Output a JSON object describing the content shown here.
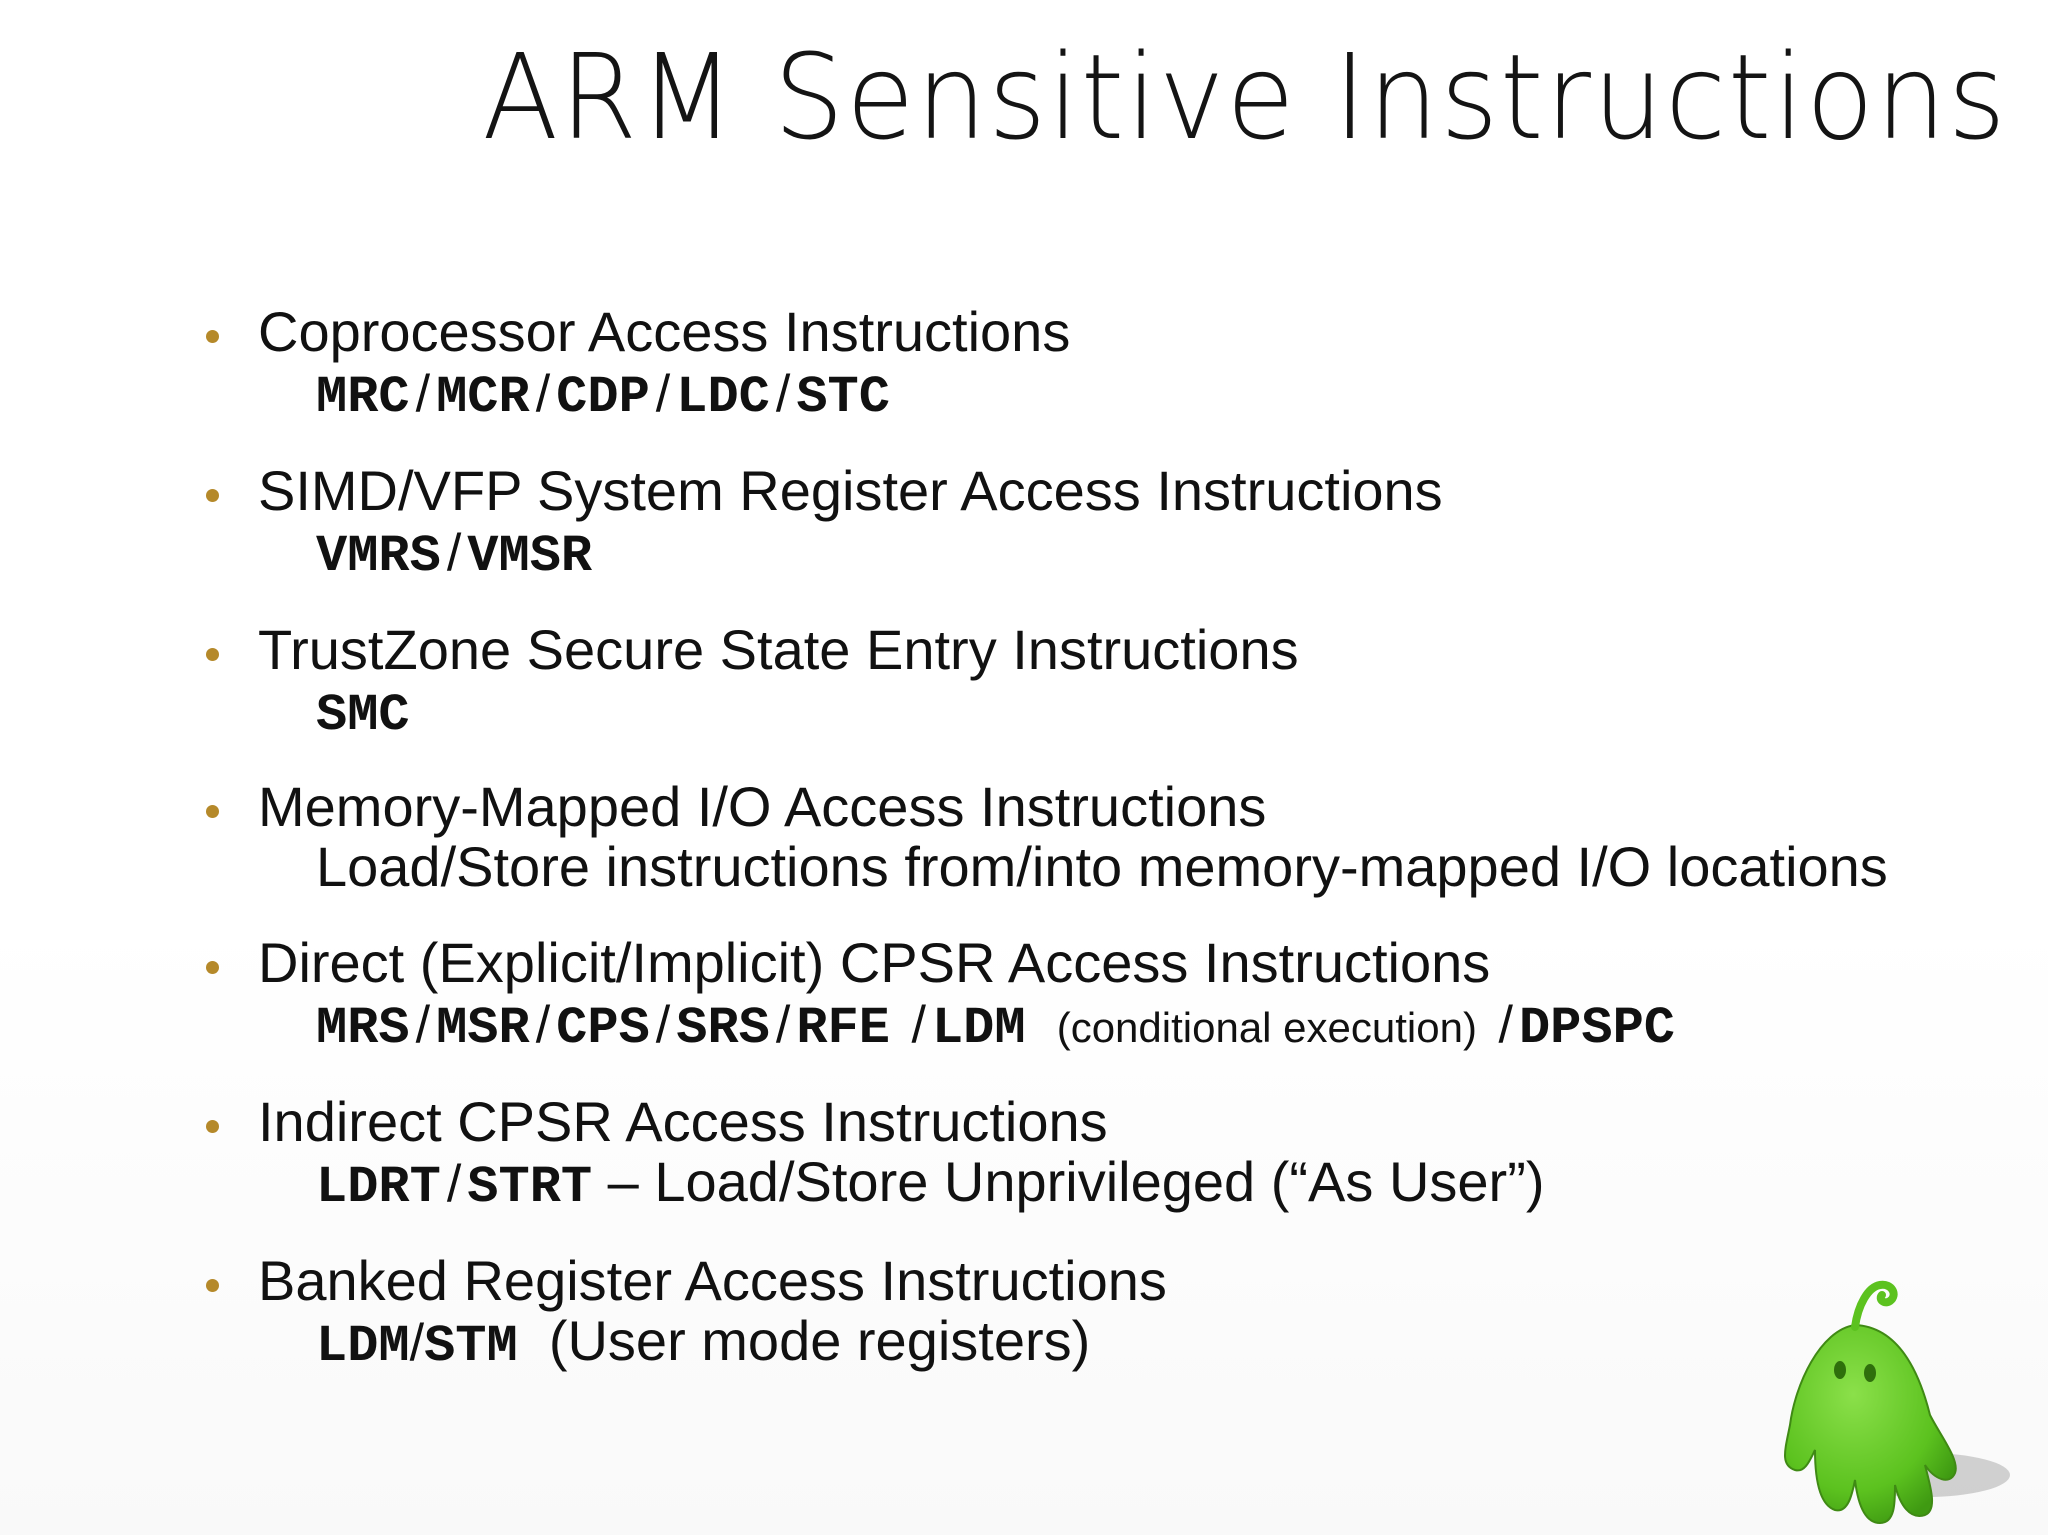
{
  "title": "ARM Sensitive Instructions",
  "colors": {
    "bullet": "#b5892a",
    "mascot_green": "#6fce2a",
    "text": "#111111"
  },
  "items": [
    {
      "heading": "Coprocessor Access Instructions",
      "sub": {
        "mono": [
          "MRC",
          "MCR",
          "CDP",
          "LDC",
          "STC"
        ],
        "sep": "/"
      }
    },
    {
      "heading": "SIMD/VFP System Register Access Instructions",
      "sub": {
        "mono": [
          "VMRS",
          "VMSR"
        ],
        "sep": "/"
      }
    },
    {
      "heading": "TrustZone Secure State Entry Instructions",
      "sub": {
        "mono": [
          "SMC"
        ]
      }
    },
    {
      "heading": "Memory-Mapped I/O Access Instructions",
      "sub": {
        "text": "Load/Store instructions from/into memory-mapped I/O locations"
      }
    },
    {
      "heading": "Direct (Explicit/Implicit) CPSR Access Instructions",
      "sub": {
        "mono": [
          "MRS",
          "MSR",
          "CPS",
          "SRS",
          "RFE",
          "LDM",
          "DPSPC"
        ],
        "sep": "/",
        "note": "(conditional execution)"
      }
    },
    {
      "heading": "Indirect CPSR Access Instructions",
      "sub": {
        "mono": [
          "LDRT",
          "STRT"
        ],
        "sep": "/",
        "tail": "– Load/Store Unprivileged (“As User”)"
      }
    },
    {
      "heading": "Banked Register Access Instructions",
      "sub": {
        "mono": [
          "LDM",
          "STM"
        ],
        "sep": "/",
        "tail": "(User mode registers)"
      }
    }
  ],
  "mascot": {
    "icon": "green-mascot-icon"
  }
}
